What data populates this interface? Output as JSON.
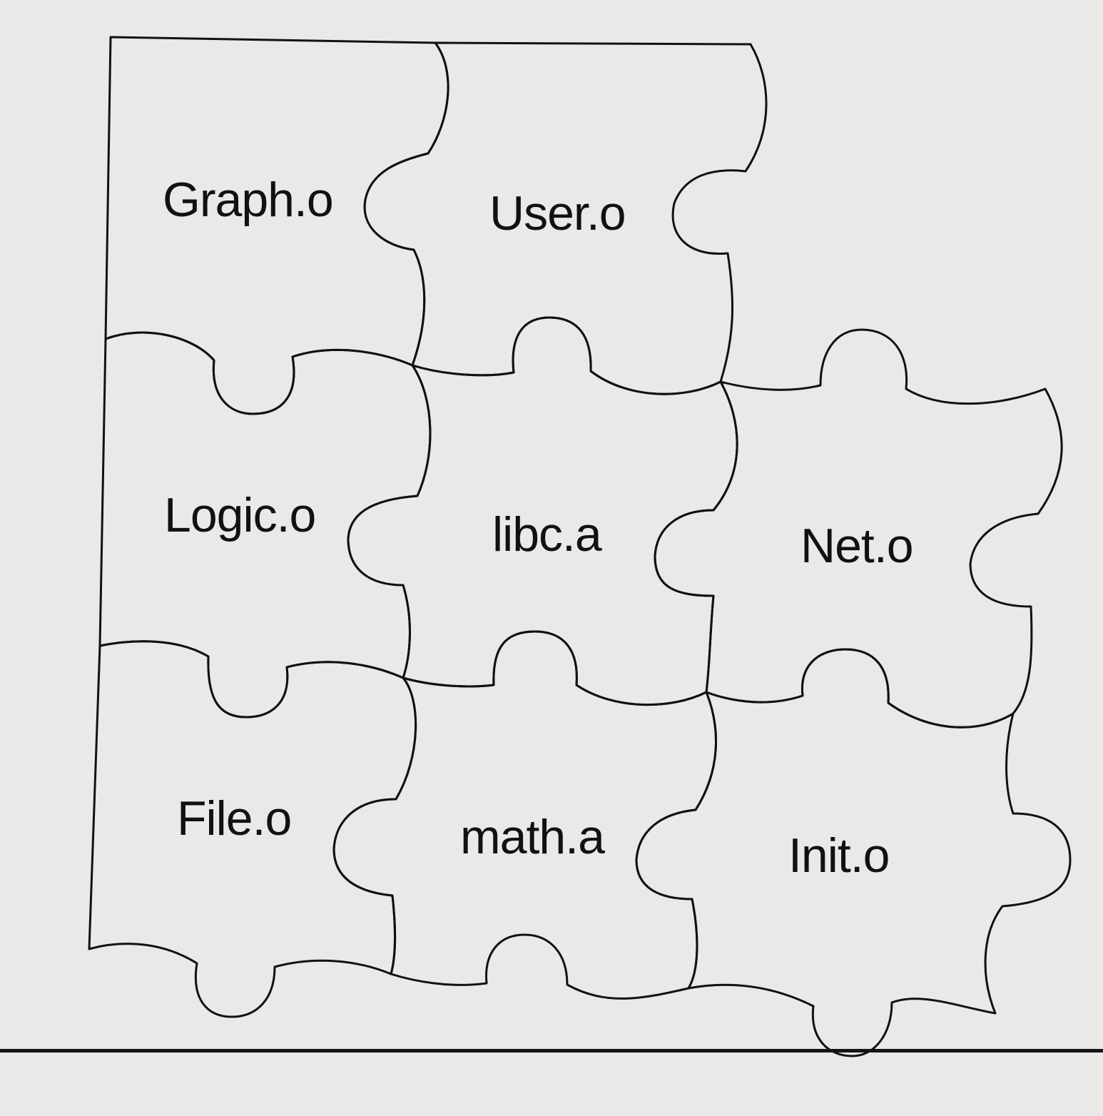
{
  "pieces": [
    {
      "id": "graph",
      "label": "Graph.o"
    },
    {
      "id": "user",
      "label": "User.o"
    },
    {
      "id": "logic",
      "label": "Logic.o"
    },
    {
      "id": "libc",
      "label": "libc.a"
    },
    {
      "id": "net",
      "label": "Net.o"
    },
    {
      "id": "file",
      "label": "File.o"
    },
    {
      "id": "math",
      "label": "math.a"
    },
    {
      "id": "init",
      "label": "Init.o"
    }
  ],
  "colors": {
    "background": "#e9e9e7",
    "outline": "#111111",
    "text": "#111111"
  }
}
